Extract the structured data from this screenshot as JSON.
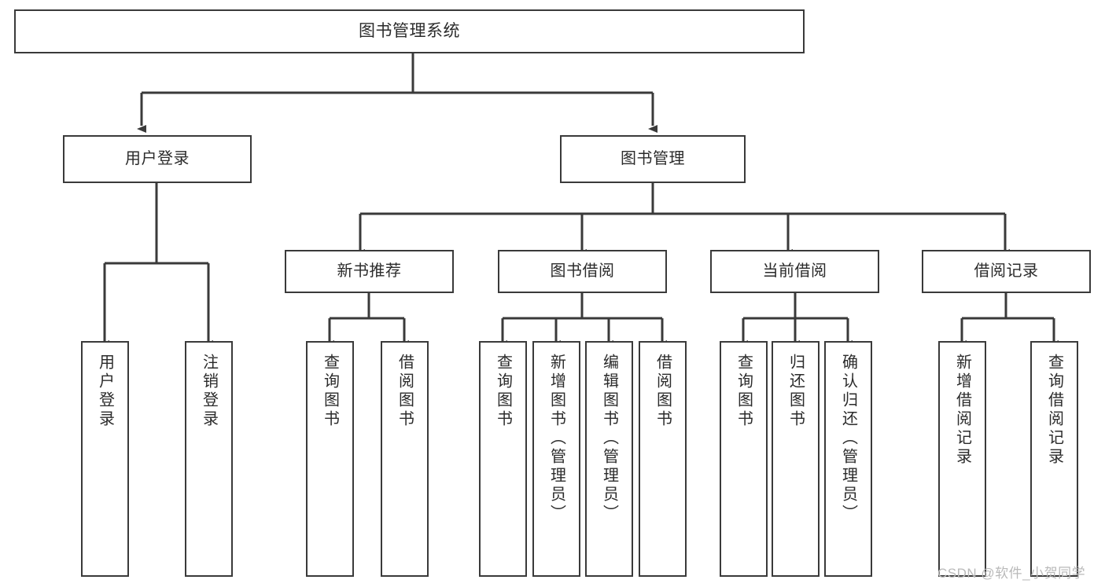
{
  "diagram": {
    "type": "tree-hierarchy",
    "title": "图书管理系统",
    "root": {
      "id": "root",
      "label": "图书管理系统"
    },
    "level2": [
      {
        "id": "user-login",
        "label": "用户登录"
      },
      {
        "id": "book-management",
        "label": "图书管理"
      }
    ],
    "level3": [
      {
        "id": "new-book-recommend",
        "label": "新书推荐",
        "parent": "book-management"
      },
      {
        "id": "book-borrow",
        "label": "图书借阅",
        "parent": "book-management"
      },
      {
        "id": "current-borrow",
        "label": "当前借阅",
        "parent": "book-management"
      },
      {
        "id": "borrow-record",
        "label": "借阅记录",
        "parent": "book-management"
      }
    ],
    "leaves": [
      {
        "id": "leaf-user-login",
        "label": "用户登录",
        "parent": "user-login"
      },
      {
        "id": "leaf-user-logout",
        "label": "注销登录",
        "parent": "user-login"
      },
      {
        "id": "leaf-query-book-1",
        "label": "查询图书",
        "parent": "new-book-recommend"
      },
      {
        "id": "leaf-borrow-book-1",
        "label": "借阅图书",
        "parent": "new-book-recommend"
      },
      {
        "id": "leaf-query-book-2",
        "label": "查询图书",
        "parent": "book-borrow"
      },
      {
        "id": "leaf-add-book",
        "label": "新增图书（管理员）",
        "parent": "book-borrow"
      },
      {
        "id": "leaf-edit-book",
        "label": "编辑图书（管理员）",
        "parent": "book-borrow"
      },
      {
        "id": "leaf-borrow-book-2",
        "label": "借阅图书",
        "parent": "book-borrow"
      },
      {
        "id": "leaf-query-book-3",
        "label": "查询图书",
        "parent": "current-borrow"
      },
      {
        "id": "leaf-return-book",
        "label": "归还图书",
        "parent": "current-borrow"
      },
      {
        "id": "leaf-confirm-return",
        "label": "确认归还（管理员）",
        "parent": "current-borrow"
      },
      {
        "id": "leaf-add-record",
        "label": "新增借阅记录",
        "parent": "borrow-record"
      },
      {
        "id": "leaf-query-record",
        "label": "查询借阅记录",
        "parent": "borrow-record"
      }
    ],
    "watermark": "CSDN @软件_小贺同学",
    "colors": {
      "border": "#3a3a3a",
      "connector": "#3a3a3a",
      "background": "#ffffff",
      "text": "#2b2b2b",
      "watermark": "#b9b9b9"
    }
  }
}
